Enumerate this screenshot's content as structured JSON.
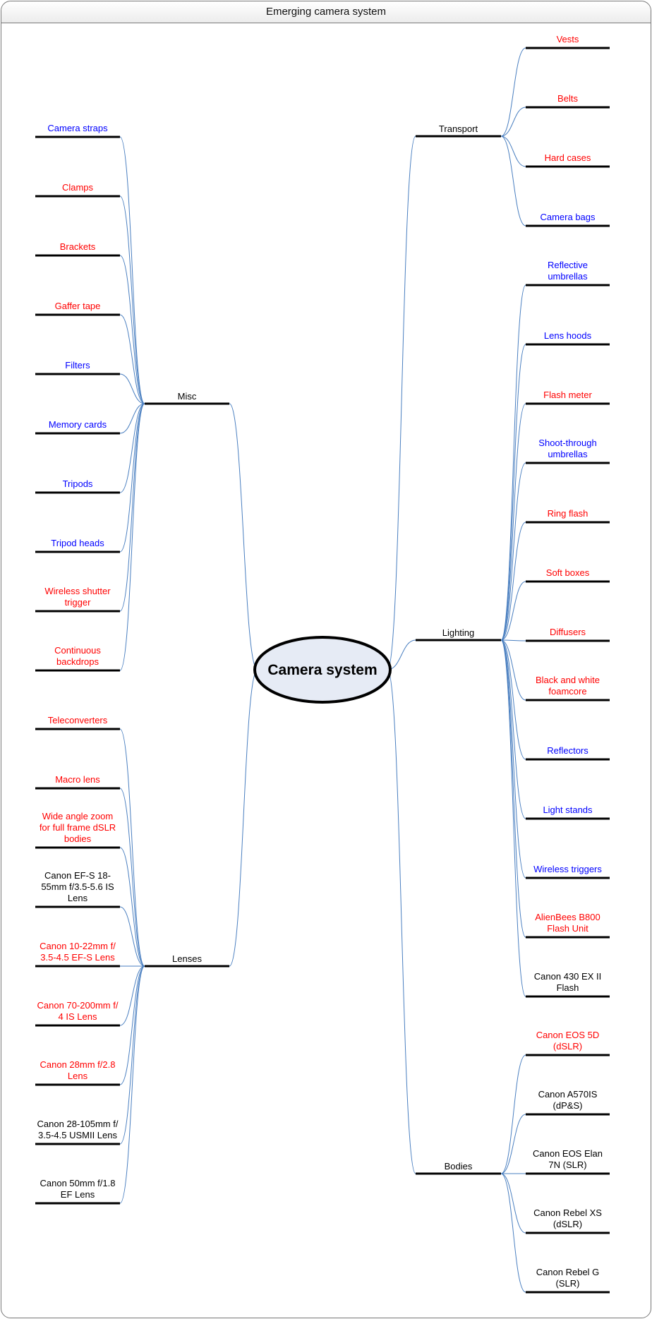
{
  "window_title": "Emerging camera system",
  "central": {
    "label": "Camera system",
    "fill": "#e6ebf5",
    "stroke": "#000000"
  },
  "colors": {
    "red": "#ff0000",
    "blue": "#0000ff",
    "black": "#000000",
    "connector": "#4a7fc0"
  },
  "branches": [
    {
      "id": "transport",
      "label": "Transport",
      "side": "right",
      "children": [
        {
          "lines": [
            "Vests"
          ],
          "color": "red"
        },
        {
          "lines": [
            "Belts"
          ],
          "color": "red"
        },
        {
          "lines": [
            "Hard cases"
          ],
          "color": "red"
        },
        {
          "lines": [
            "Camera bags"
          ],
          "color": "blue"
        }
      ]
    },
    {
      "id": "lighting",
      "label": "Lighting",
      "side": "right",
      "children": [
        {
          "lines": [
            "Reflective",
            "umbrellas"
          ],
          "color": "blue"
        },
        {
          "lines": [
            "Lens hoods"
          ],
          "color": "blue"
        },
        {
          "lines": [
            "Flash meter"
          ],
          "color": "red"
        },
        {
          "lines": [
            "Shoot-through",
            "umbrellas"
          ],
          "color": "blue"
        },
        {
          "lines": [
            "Ring flash"
          ],
          "color": "red"
        },
        {
          "lines": [
            "Soft boxes"
          ],
          "color": "red"
        },
        {
          "lines": [
            "Diffusers"
          ],
          "color": "red"
        },
        {
          "lines": [
            "Black and white",
            "foamcore"
          ],
          "color": "red"
        },
        {
          "lines": [
            "Reflectors"
          ],
          "color": "blue"
        },
        {
          "lines": [
            "Light stands"
          ],
          "color": "blue"
        },
        {
          "lines": [
            "Wireless triggers"
          ],
          "color": "blue"
        },
        {
          "lines": [
            "AlienBees B800",
            "Flash Unit"
          ],
          "color": "red"
        },
        {
          "lines": [
            "Canon 430 EX II",
            "Flash"
          ],
          "color": "black"
        }
      ]
    },
    {
      "id": "bodies",
      "label": "Bodies",
      "side": "right",
      "children": [
        {
          "lines": [
            "Canon EOS 5D",
            "(dSLR)"
          ],
          "color": "red"
        },
        {
          "lines": [
            "Canon A570IS",
            "(dP&S)"
          ],
          "color": "black"
        },
        {
          "lines": [
            "Canon EOS Elan",
            "7N (SLR)"
          ],
          "color": "black"
        },
        {
          "lines": [
            "Canon Rebel XS",
            "(dSLR)"
          ],
          "color": "black"
        },
        {
          "lines": [
            "Canon Rebel G",
            "(SLR)"
          ],
          "color": "black"
        }
      ]
    },
    {
      "id": "misc",
      "label": "Misc",
      "side": "left",
      "children": [
        {
          "lines": [
            "Camera straps"
          ],
          "color": "blue"
        },
        {
          "lines": [
            "Clamps"
          ],
          "color": "red"
        },
        {
          "lines": [
            "Brackets"
          ],
          "color": "red"
        },
        {
          "lines": [
            "Gaffer tape"
          ],
          "color": "red"
        },
        {
          "lines": [
            "Filters"
          ],
          "color": "blue"
        },
        {
          "lines": [
            "Memory cards"
          ],
          "color": "blue"
        },
        {
          "lines": [
            "Tripods"
          ],
          "color": "blue"
        },
        {
          "lines": [
            "Tripod heads"
          ],
          "color": "blue"
        },
        {
          "lines": [
            "Wireless shutter",
            "trigger"
          ],
          "color": "red"
        },
        {
          "lines": [
            "Continuous",
            "backdrops"
          ],
          "color": "red"
        }
      ]
    },
    {
      "id": "lenses",
      "label": "Lenses",
      "side": "left",
      "children": [
        {
          "lines": [
            "Teleconverters"
          ],
          "color": "red"
        },
        {
          "lines": [
            "Macro lens"
          ],
          "color": "red"
        },
        {
          "lines": [
            "Wide angle zoom",
            "for full frame dSLR",
            "bodies"
          ],
          "color": "red"
        },
        {
          "lines": [
            "Canon EF-S 18-",
            "55mm f/3.5-5.6 IS",
            "Lens"
          ],
          "color": "black"
        },
        {
          "lines": [
            "Canon 10-22mm f/",
            "3.5-4.5 EF-S Lens"
          ],
          "color": "red"
        },
        {
          "lines": [
            "Canon 70-200mm f/",
            "4 IS Lens"
          ],
          "color": "red"
        },
        {
          "lines": [
            "Canon 28mm f/2.8",
            "Lens"
          ],
          "color": "red"
        },
        {
          "lines": [
            "Canon 28-105mm f/",
            "3.5-4.5 USMII Lens"
          ],
          "color": "black"
        },
        {
          "lines": [
            "Canon 50mm f/1.8",
            "EF Lens"
          ],
          "color": "black"
        }
      ]
    }
  ]
}
